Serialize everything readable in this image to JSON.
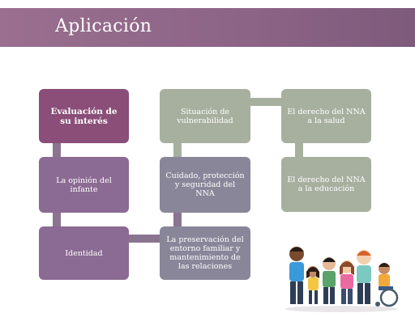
{
  "header": {
    "title": "Aplicación"
  },
  "diagram": {
    "nodes": {
      "evaluacion": "Evaluación de su interés",
      "opinion": "La opinión del infante",
      "identidad": "Identidad",
      "vulnerabilidad": "Situación de vulnerabilidad",
      "cuidado": "Cuidado, protección y seguridad del NNA",
      "preservacion": "La preservación del entorno familiar y mantenimiento de las relaciones",
      "salud": "El derecho del NNA a la salud",
      "educacion": "El derecho del NNA a la educación"
    }
  },
  "colors": {
    "header": "#8c6486",
    "left_column": "#8b6a93",
    "middle_column": "#8a8699",
    "right_column": "#a7b09f"
  },
  "illustration": {
    "icon": "children-group-illustration"
  }
}
